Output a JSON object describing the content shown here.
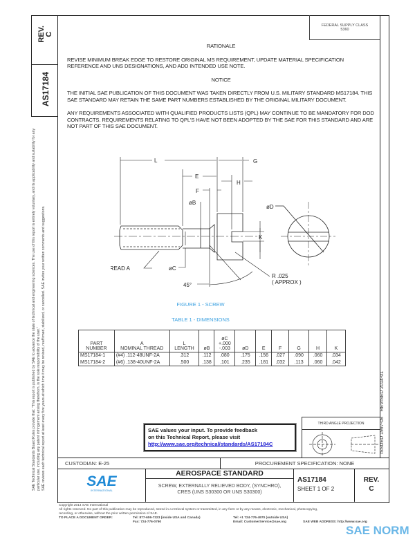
{
  "side": {
    "rev_label": "REV.",
    "rev_value": "C",
    "doc_number": "AS17184",
    "notice_1": "SAE Technical Standards Board Rules provide that: \"This report is published by SAE to advance the state of technical and engineering sciences. The use of this report is entirely voluntary, and its applicability and suitability for any particular use, including any patent infringement arising therefrom, is the sole responsibility of the user.\"",
    "notice_2": "SAE reviews each technical report at least every five years at which time it may be revised, reaffirmed, stabilized, or cancelled. SAE invites your written comments and suggestions.",
    "issued": "ISSUED 1997-08",
    "revised": "REVISED 2014-01"
  },
  "header": {
    "fsc_label": "FEDERAL SUPPLY CLASS",
    "fsc_value": "5360"
  },
  "rationale": {
    "title": "RATIONALE",
    "text": "REVISE MINIMUM BREAK EDGE TO RESTORE ORIGINAL MS REQUIREMENT, UPDATE MATERIAL SPECIFICATION REFERENCE AND UNS DESIGNATIONS, AND ADD INTENDED USE NOTE."
  },
  "notice": {
    "title": "NOTICE",
    "p1": "THE INITIAL SAE PUBLICATION OF THIS DOCUMENT WAS TAKEN DIRECTLY FROM U.S. MILITARY STANDARD MS17184. THIS SAE STANDARD MAY RETAIN THE SAME PART NUMBERS ESTABLISHED BY THE ORIGINAL MILITARY DOCUMENT.",
    "p2": "ANY REQUIREMENTS ASSOCIATED WITH QUALIFIED PRODUCTS LISTS (QPL) MAY CONTINUE TO BE MANDATORY FOR DOD CONTRACTS. REQUIREMENTS RELATING TO QPL'S HAVE NOT BEEN ADOPTED BY THE SAE FOR THIS STANDARD AND ARE NOT PART OF THIS SAE DOCUMENT."
  },
  "figure": {
    "labels": {
      "L": "L",
      "E": "E",
      "F": "F",
      "G": "G",
      "H": "H",
      "K": "K",
      "B": "øB",
      "C": "øC",
      "D": "øD",
      "thread": "THREAD A",
      "angle": "45°",
      "radius": "R .025",
      "radius_note": "( APPROX )"
    },
    "caption": "FIGURE 1 - SCREW"
  },
  "table": {
    "title": "TABLE 1 - DIMENSIONS",
    "headers": [
      "PART\nNUMBER",
      "A\nNOMINAL THREAD",
      "L\nLENGTH",
      "øB",
      "øC\n+.000\n-.003",
      "øD",
      "E",
      "F",
      "G",
      "H",
      "K"
    ],
    "rows": [
      [
        "MS17184-1",
        "(#4) .112-48UNF-2A",
        ".312",
        ".112",
        ".080",
        ".175",
        ".156",
        ".027",
        ".090",
        ".060",
        ".034"
      ],
      [
        "MS17184-2",
        "(#6) .138-40UNF-2A",
        ".500",
        ".138",
        ".101",
        ".235",
        ".181",
        ".032",
        ".113",
        ".060",
        ".042"
      ]
    ]
  },
  "feedback": {
    "line1": "SAE values your input. To provide feedback",
    "line2": "on this Technical Report, please visit",
    "link": "http://www.sae.org/technical/standards/AS17184C"
  },
  "projection": {
    "label": "THIRD ANGLE PROJECTION"
  },
  "custodian": "CUSTODIAN: E-25",
  "procurement": "PROCUREMENT SPECIFICATION: NONE",
  "title_block": {
    "logo": "SAE",
    "logo_sub": "INTERNATIONAL",
    "heading": "AEROSPACE STANDARD",
    "title_l1": "SCREW, EXTERNALLY RELIEVED BODY, (SYNCHRO),",
    "title_l2": "CRES (UNS S30300 OR UNS S30300)",
    "doc_number": "AS17184",
    "sheet": "SHEET 1 OF 2",
    "rev_label": "REV.",
    "rev_value": "C"
  },
  "footer": {
    "copyright": "Copyright 2014 SAE International",
    "rights": "All rights reserved. No part of this publication may be reproduced, stored in a retrieval system or transmitted, in any form or by any means, electronic, mechanical, photocopying,",
    "rights2": "recording, or otherwise, without the prior written permission of SAE.",
    "order_label": "TO PLACE A DOCUMENT ORDER:",
    "tel1": "Tel: 877-606-7323 (inside USA and Canada)",
    "fax": "Fax: 724-776-0790",
    "tel2": "Tel: +1 724-776-4970 (outside USA)",
    "email": "Email: CustomerService@sae.org",
    "web": "SAE WEB ADDRESS: http://www.sae.org"
  },
  "watermark": "SAE NORM",
  "colors": {
    "accent_blue": "#3aa0e0",
    "link": "#1a1ad0",
    "logo_blue": "#1f8ad6"
  }
}
